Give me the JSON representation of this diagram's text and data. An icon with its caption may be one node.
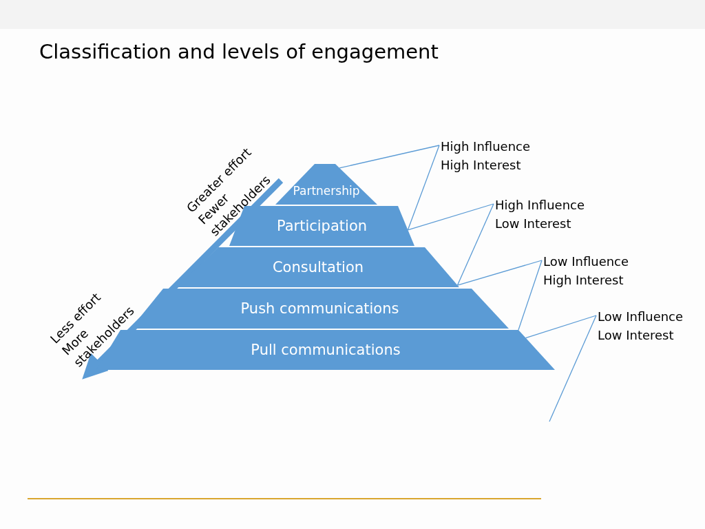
{
  "diagram": {
    "title": "Classification and levels of engagement",
    "nodes": [
      {
        "text": [
          "Partnership"
        ]
      },
      {
        "text": [
          "Participation"
        ]
      },
      {
        "text": [
          "Consultation"
        ]
      },
      {
        "text": [
          "Push communications"
        ]
      },
      {
        "text": [
          "Pull communications"
        ]
      },
      {
        "text": [
          "High Influence High Interest"
        ]
      },
      {
        "text": [
          "High Influence Low Interest"
        ]
      },
      {
        "text": [
          "Low Influence High Interest"
        ]
      },
      {
        "text": [
          "Low Influence Low Interest"
        ]
      }
    ],
    "edges": [
      {
        "from": 5,
        "to": 0,
        "arrow": "none"
      },
      {
        "from": 5,
        "to": 1,
        "arrow": "none"
      },
      {
        "from": 6,
        "to": 1,
        "arrow": "none"
      },
      {
        "from": 6,
        "to": 2,
        "arrow": "none"
      },
      {
        "from": 7,
        "to": 2,
        "arrow": "none"
      },
      {
        "from": 7,
        "to": 4,
        "arrow": "none"
      },
      {
        "from": 8,
        "to": 4,
        "arrow": "none"
      },
      {
        "from": 8,
        "to": null,
        "arrow": "none"
      }
    ],
    "labels": [
      "Greater effort Fewer stakeholders",
      "Less effort More stakeholders"
    ]
  }
}
